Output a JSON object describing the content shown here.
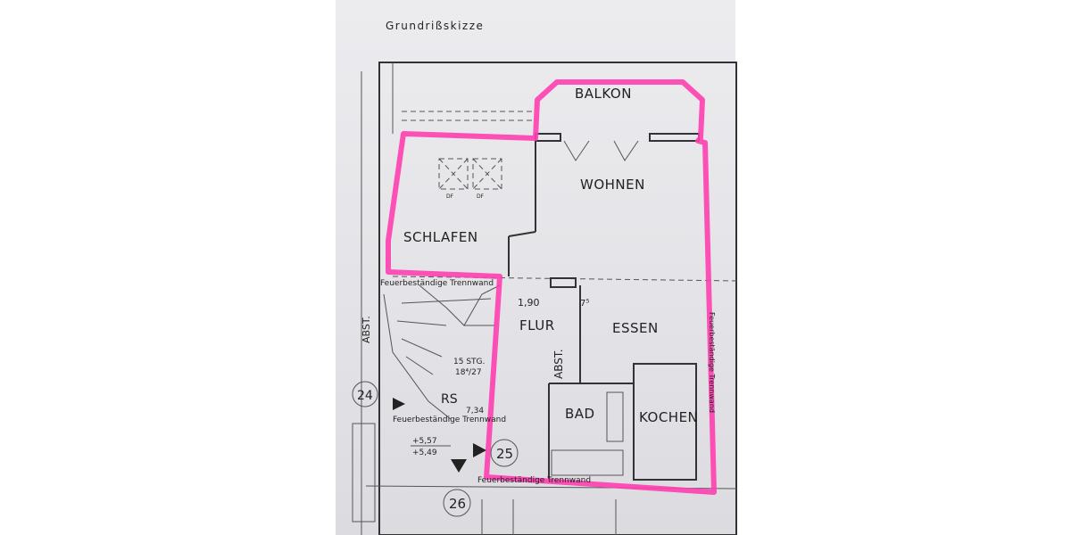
{
  "title": "Grundrißskizze",
  "rooms": {
    "balkon": "BALKON",
    "wohnen": "WOHNEN",
    "schlafen": "SCHLAFEN",
    "flur": "FLUR",
    "essen": "ESSEN",
    "bad": "BAD",
    "kochen": "KOCHEN",
    "abst1": "ABST.",
    "abst2": "ABST.",
    "rs": "RS"
  },
  "annotations": {
    "trennwand": "Feuerbeständige Trennwand",
    "dim_width": "1,90",
    "dim_small": "7⁵",
    "stairs_1": "15 STG.",
    "stairs_2": "18⁴/27",
    "level_1": "+5,57",
    "level_2": "+5,49",
    "df": "DF",
    "dim_734": "7,34"
  },
  "unit_numbers": [
    "24",
    "25",
    "26"
  ],
  "colors": {
    "highlight": "#ff3fb0",
    "paper": "#e4e4e8",
    "lines": "#333333"
  }
}
